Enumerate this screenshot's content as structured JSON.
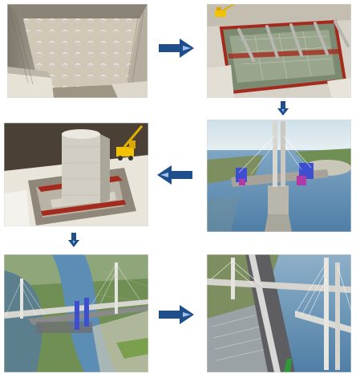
{
  "diagram": {
    "type": "process-flow",
    "steps": [
      {
        "id": 1,
        "stage": "excavation-pit-with-piles"
      },
      {
        "id": 2,
        "stage": "braced-excavation-base-slab"
      },
      {
        "id": 3,
        "stage": "pier-construction"
      },
      {
        "id": 4,
        "stage": "pylon-with-cantilever-deck"
      },
      {
        "id": 5,
        "stage": "cable-stayed-bridge-aerial-view"
      },
      {
        "id": 6,
        "stage": "completed-bridge-deck-view"
      }
    ],
    "arrows": [
      {
        "from": 1,
        "to": 2,
        "direction": "right"
      },
      {
        "from": 2,
        "to": 3,
        "direction": "down"
      },
      {
        "from": 3,
        "to": 4,
        "direction": "left"
      },
      {
        "from": 4,
        "to": 5,
        "direction": "down"
      },
      {
        "from": 5,
        "to": 6,
        "direction": "right"
      }
    ],
    "colors": {
      "arrow": "#1f4e8c",
      "arrow_highlight": "#9fc3ea",
      "concrete": "#c9c2b4",
      "ground": "#8a8478",
      "water": "#5b8db5",
      "vegetation": "#6f8f55",
      "red_formwork": "#a42a1e",
      "steel_blue": "#3d4ed0",
      "crane_yellow": "#f2c200"
    }
  }
}
